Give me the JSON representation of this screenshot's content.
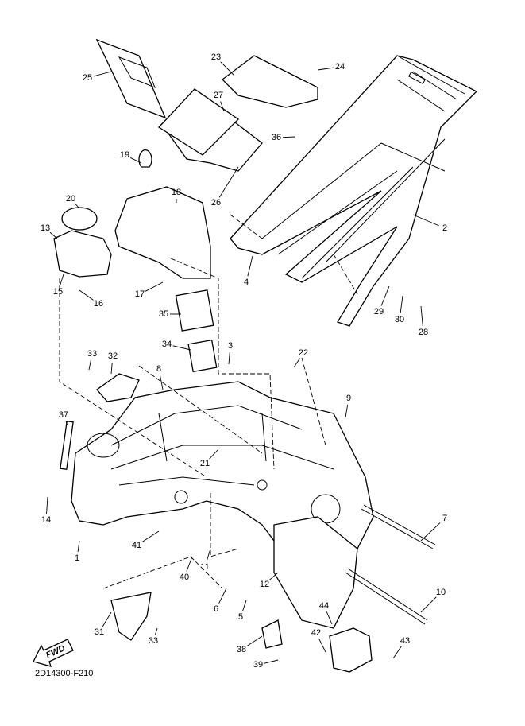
{
  "diagram": {
    "code": "2D14300-F210",
    "fwd_label": "FWD",
    "callouts": [
      "25",
      "23",
      "24",
      "27",
      "36",
      "19",
      "18",
      "26",
      "20",
      "13",
      "15",
      "16",
      "17",
      "4",
      "2",
      "29",
      "30",
      "28",
      "35",
      "34",
      "3",
      "22",
      "33",
      "32",
      "8",
      "9",
      "37",
      "21",
      "14",
      "7",
      "1",
      "41",
      "11",
      "40",
      "12",
      "10",
      "6",
      "5",
      "44",
      "31",
      "33",
      "42",
      "43",
      "38",
      "39"
    ]
  }
}
